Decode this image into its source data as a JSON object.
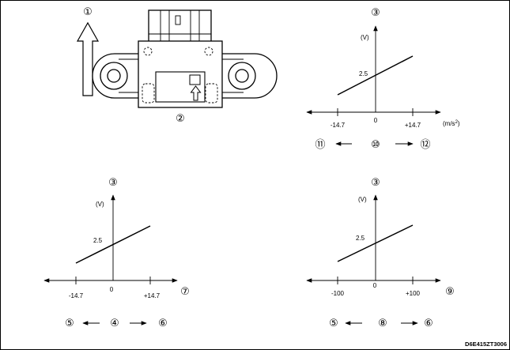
{
  "markers": {
    "m1": "①",
    "m2": "②",
    "m3": "③",
    "m4": "④",
    "m5": "⑤",
    "m6": "⑥",
    "m7": "⑦",
    "m8": "⑧",
    "m9": "⑨",
    "m10": "⑩",
    "m11": "⑪",
    "m12": "⑫"
  },
  "figure_code": "D6E415ZT3006",
  "chart_data": [
    {
      "type": "line",
      "ylabel": "(V)",
      "xunit": "(m/s",
      "xunit_sup": "2",
      "xunit_close": ")",
      "xticks": [
        "-14.7",
        "0",
        "+14.7"
      ],
      "ytick": "2.5",
      "x": [
        -14.7,
        14.7
      ],
      "y": [
        2.0,
        3.0
      ],
      "y_at_zero": 2.5
    },
    {
      "type": "line",
      "ylabel": "(V)",
      "xticks": [
        "-14.7",
        "0",
        "+14.7"
      ],
      "ytick": "2.5",
      "x": [
        -14.7,
        14.7
      ],
      "y": [
        2.0,
        3.0
      ],
      "y_at_zero": 2.5
    },
    {
      "type": "line",
      "ylabel": "(V)",
      "xticks": [
        "-100",
        "0",
        "+100"
      ],
      "ytick": "2.5",
      "x": [
        -100,
        100
      ],
      "y": [
        2.0,
        3.0
      ],
      "y_at_zero": 2.5
    }
  ]
}
